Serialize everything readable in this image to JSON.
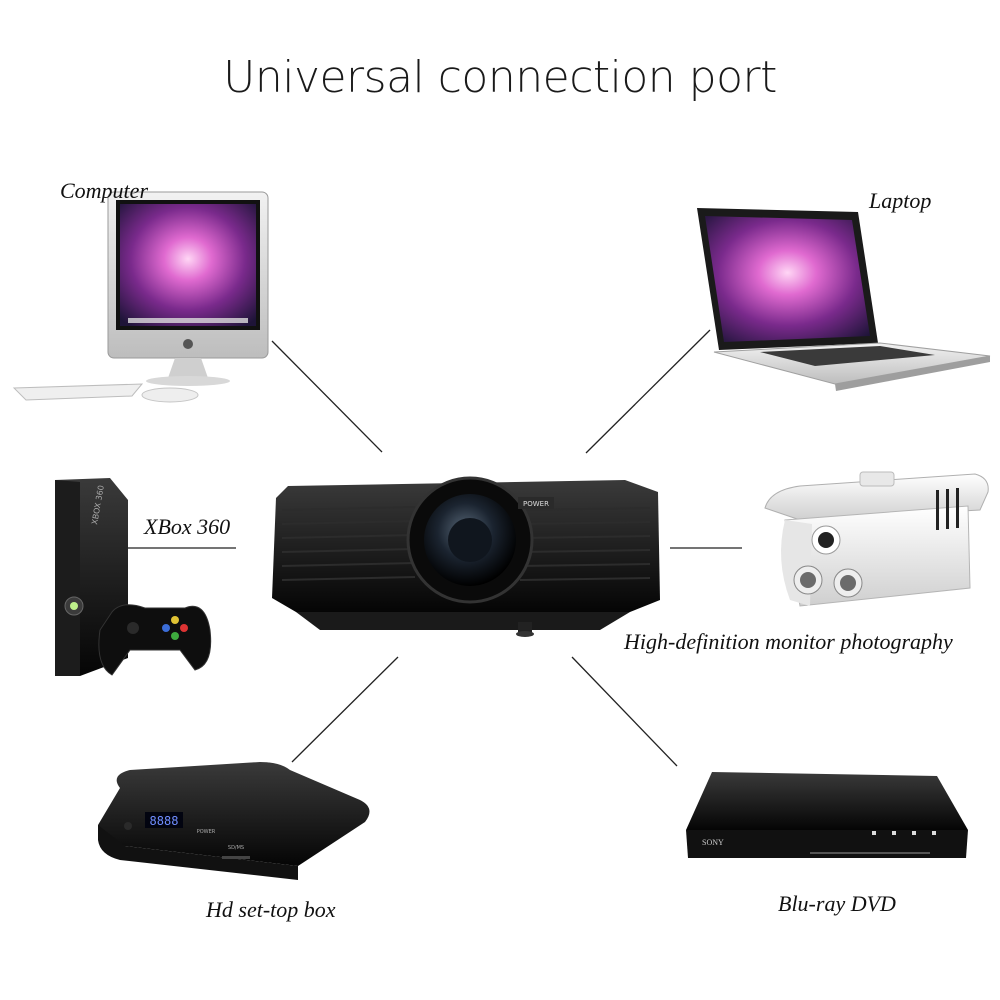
{
  "title": "Universal connection port",
  "devices": {
    "computer": "Computer",
    "laptop": "Laptop",
    "xbox": "XBox 360",
    "camera": "High-definition monitor photography",
    "settop": "Hd set-top box",
    "bluray": "Blu-ray DVD"
  },
  "badges": {
    "projector_power": "POWER",
    "settop_display": "8888",
    "settop_power": "POWER",
    "settop_slot": "SD/MS",
    "bluray_brand": "SONY",
    "xbox_model": "XBOX 360"
  },
  "colors": {
    "line": "#222222",
    "device_dark": "#0d0d0d",
    "screen_purple": "#b23ca8",
    "silver": "#d9d9d9",
    "led_blue": "#4a6cff"
  },
  "icons": {
    "computer": "imac-desktop-icon",
    "laptop": "macbook-laptop-icon",
    "xbox": "game-console-icon",
    "camera": "cctv-camera-icon",
    "settop": "set-top-box-icon",
    "bluray": "bluray-player-icon",
    "projector": "projector-icon"
  }
}
